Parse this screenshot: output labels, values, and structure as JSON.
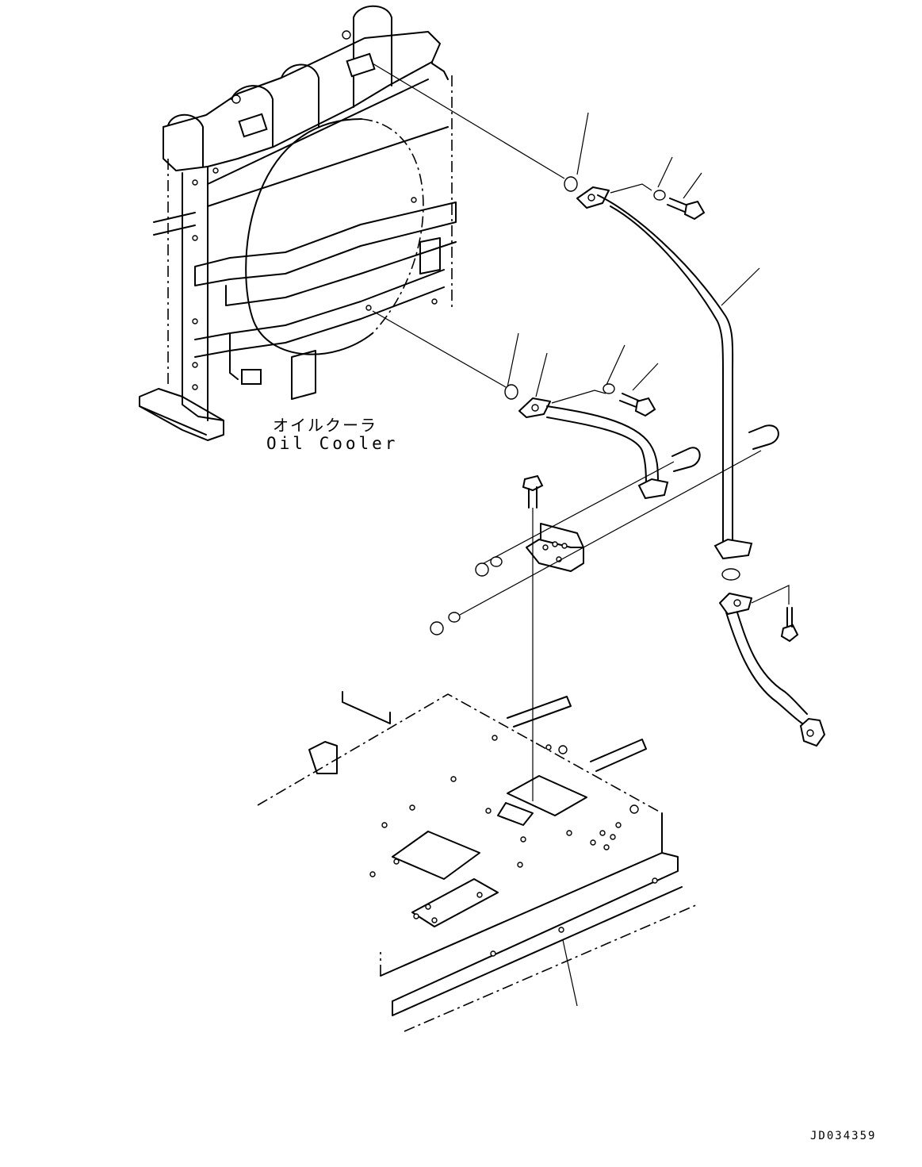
{
  "labels": {
    "oil_cooler_jp": "オイルクーラ",
    "oil_cooler_en": "Oil Cooler"
  },
  "drawing_id": "JD034359"
}
